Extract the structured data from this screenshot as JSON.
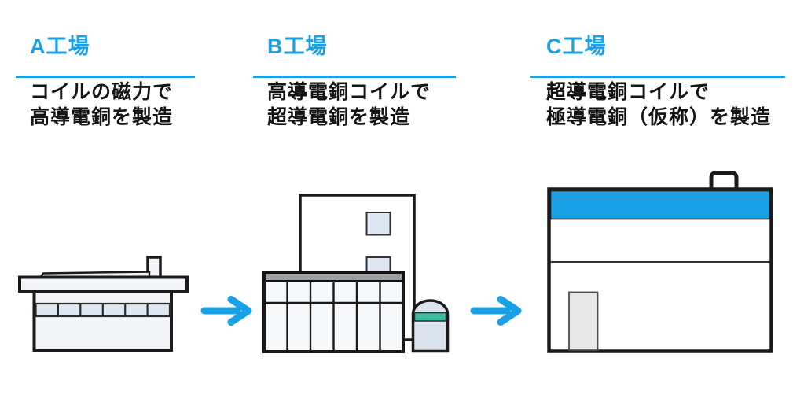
{
  "diagram": {
    "stages": [
      {
        "title": "A工場",
        "description": "コイルの磁力で\n高導電銅を製造",
        "illustration": "low-factory-with-chimney"
      },
      {
        "title": "B工場",
        "description": "高導電銅コイルで\n超導電銅を製造",
        "illustration": "factory-with-tower-and-storage-tank"
      },
      {
        "title": "C工場",
        "description": "超導電銅コイルで\n極導電銅（仮称）を製造",
        "illustration": "large-warehouse-with-blue-band"
      }
    ],
    "arrow_icon": "right-arrow"
  },
  "colors": {
    "accent": "#1aa0e4",
    "outline": "#1a1a1a",
    "text": "#151515",
    "factory_body": "#f2f4f7",
    "window": "#dfe7f1",
    "roof_band_gray": "#9b9ea3",
    "tank": "#dbe3ed",
    "tank_band_teal": "#3ebc9e",
    "door_fill": "#e7e7e7",
    "door_stroke": "#4d4d4d"
  }
}
